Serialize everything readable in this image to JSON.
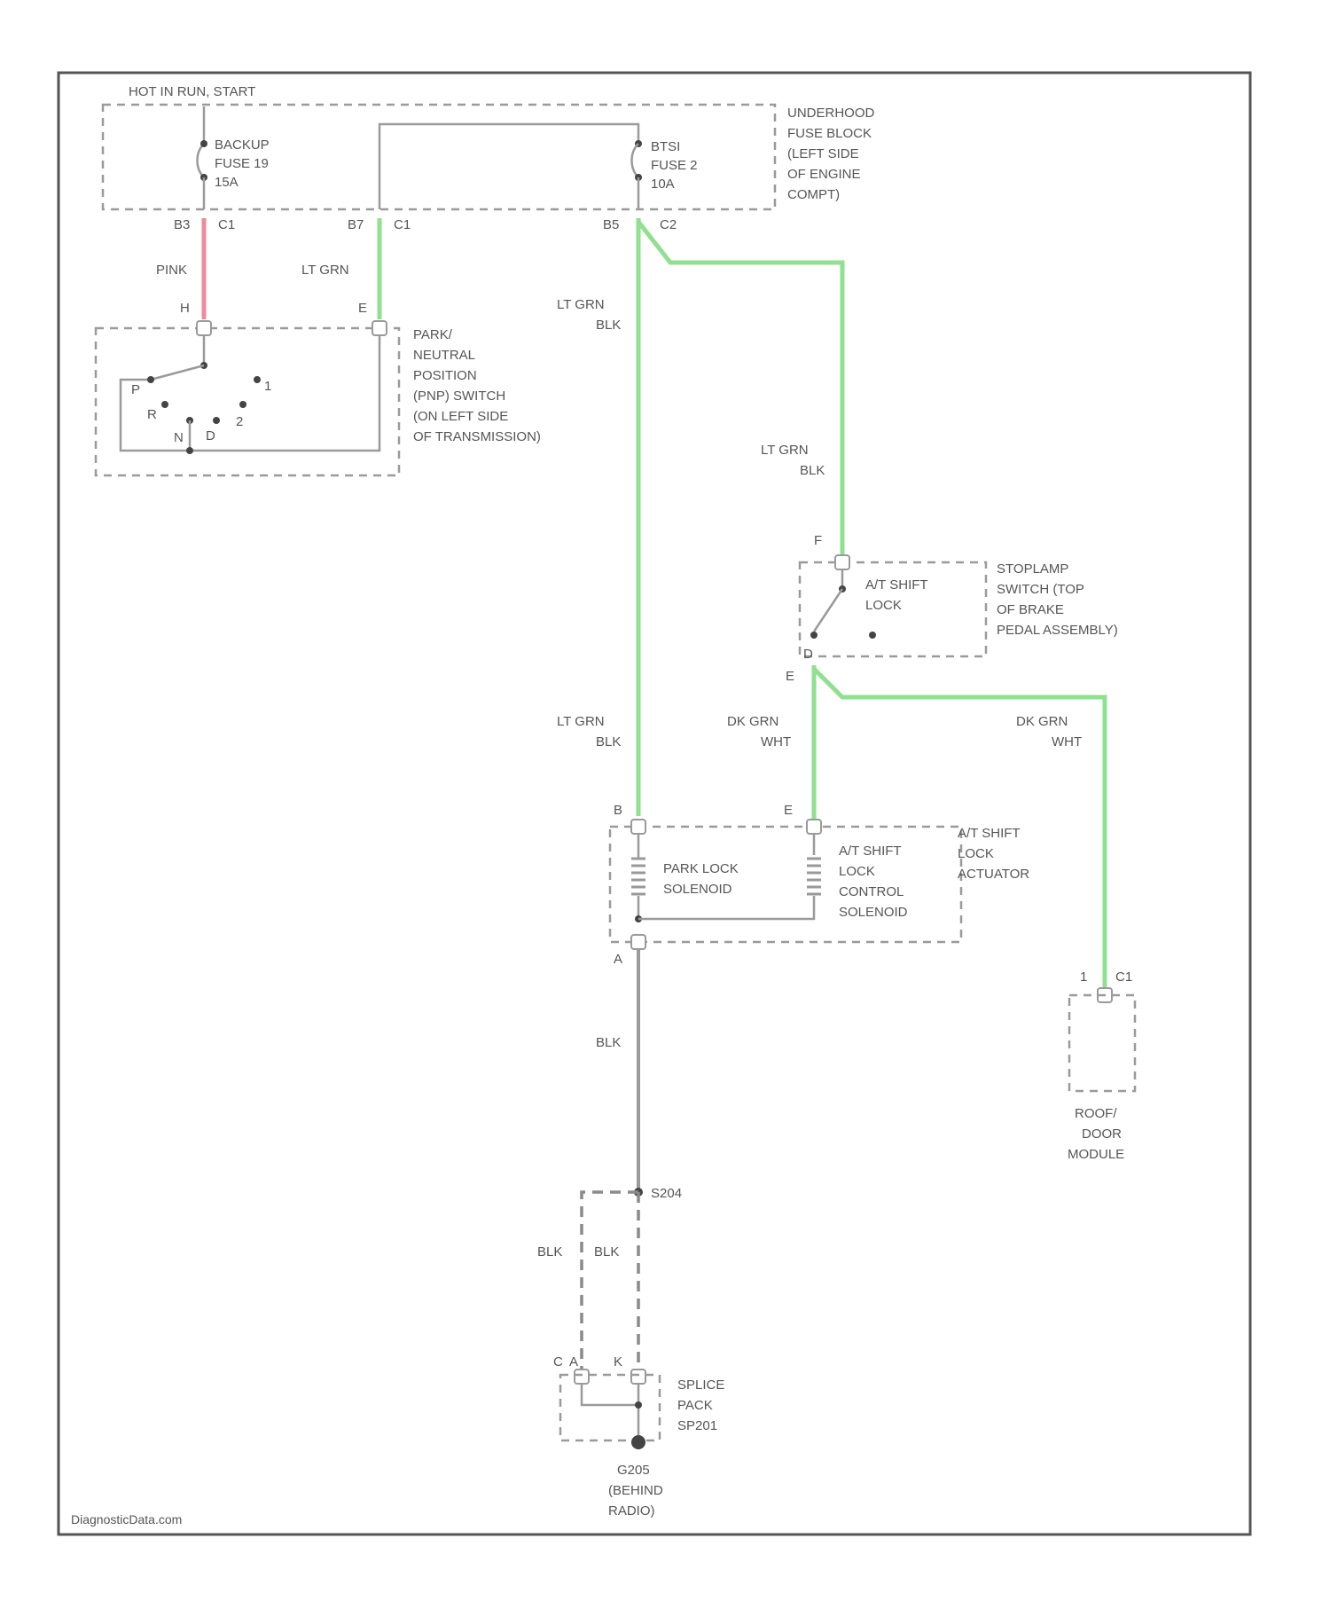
{
  "header": {
    "hot_label": "HOT IN RUN, START"
  },
  "fuse_block": {
    "label_lines": [
      "UNDERHOOD",
      "FUSE BLOCK",
      "(LEFT SIDE",
      "OF ENGINE",
      "COMPT)"
    ],
    "fuse1_lines": [
      "BACKUP",
      "FUSE 19",
      "15A"
    ],
    "fuse2_lines": [
      "BTSI",
      "FUSE 2",
      "10A"
    ],
    "pin1": "B3",
    "conn1": "C1",
    "pin2": "B7",
    "conn2": "C1",
    "pin3": "B5",
    "conn3": "C2"
  },
  "wires": {
    "pink": "PINK",
    "lt_grn": "LT GRN",
    "lt_grn_blk_a": [
      "LT GRN",
      "BLK"
    ],
    "lt_grn_blk_b": [
      "LT GRN",
      "BLK"
    ],
    "lt_grn_blk_c": [
      "LT GRN",
      "BLK"
    ],
    "dk_grn_wht_a": [
      "DK GRN",
      "WHT"
    ],
    "dk_grn_wht_b": [
      "DK GRN",
      "WHT"
    ],
    "blk_main": "BLK",
    "blk_left": "BLK",
    "blk_right": "BLK"
  },
  "pnp_switch": {
    "label_lines": [
      "PARK/",
      "NEUTRAL",
      "POSITION",
      "(PNP) SWITCH",
      "(ON LEFT SIDE",
      "OF TRANSMISSION)"
    ],
    "pin_a": "H",
    "pin_b": "E",
    "positions": [
      "P",
      "R",
      "N",
      "D",
      "2",
      "1"
    ]
  },
  "stoplamp_switch": {
    "label_lines": [
      "STOPLAMP",
      "SWITCH (TOP",
      "OF BRAKE",
      "PEDAL ASSEMBLY)"
    ],
    "inner_lines": [
      "A/T SHIFT",
      "LOCK"
    ],
    "pin_top": "F",
    "pin_bottom": "E",
    "pin_tag": "D"
  },
  "actuator": {
    "label_lines": [
      "A/T SHIFT",
      "LOCK",
      "ACTUATOR"
    ],
    "solenoid1_lines": [
      "PARK LOCK",
      "SOLENOID"
    ],
    "solenoid2_lines": [
      "A/T SHIFT",
      "LOCK",
      "CONTROL",
      "SOLENOID"
    ],
    "pin_b": "B",
    "pin_e_top": "E",
    "pin_e": "E",
    "pin_a": "A"
  },
  "door_module": {
    "label_lines": [
      "ROOF/",
      "DOOR",
      "MODULE"
    ],
    "pin": "1",
    "conn": "C1"
  },
  "splice": {
    "label_lines": [
      "SPLICE",
      "PACK",
      "SP201"
    ],
    "junction": "S204",
    "pin_c": "C",
    "pin_a": "A",
    "pin_k": "K"
  },
  "ground": {
    "label_lines": [
      "G205",
      "(BEHIND",
      "RADIO)"
    ]
  },
  "footer": {
    "watermark": "DiagnosticData.com"
  },
  "colors": {
    "lt_grn": "#8fe08f",
    "pink": "#ee8a9a",
    "wire": "#9a9a9a"
  }
}
